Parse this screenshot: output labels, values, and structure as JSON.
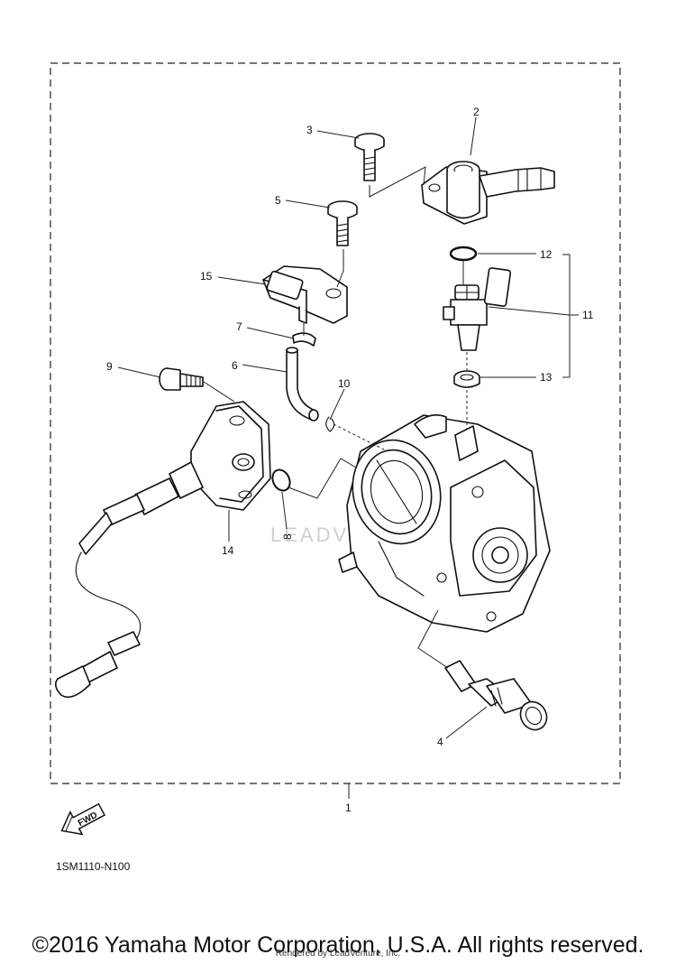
{
  "diagram": {
    "labels": {
      "p1": "1",
      "p2": "2",
      "p3": "3",
      "p4": "4",
      "p5": "5",
      "p6": "6",
      "p7": "7",
      "p8": "8",
      "p9": "9",
      "p10": "10",
      "p11": "11",
      "p12": "12",
      "p13": "13",
      "p14": "14",
      "p15": "15"
    },
    "fwd_badge": "FWD",
    "watermark": "LEADVENTURE"
  },
  "footer": {
    "diagram_code": "1SM1110-N100",
    "copyright": "©2016 Yamaha Motor Corporation, U.S.A. All rights reserved.",
    "rendered_by": "Rendered by LeadVenture, Inc."
  }
}
